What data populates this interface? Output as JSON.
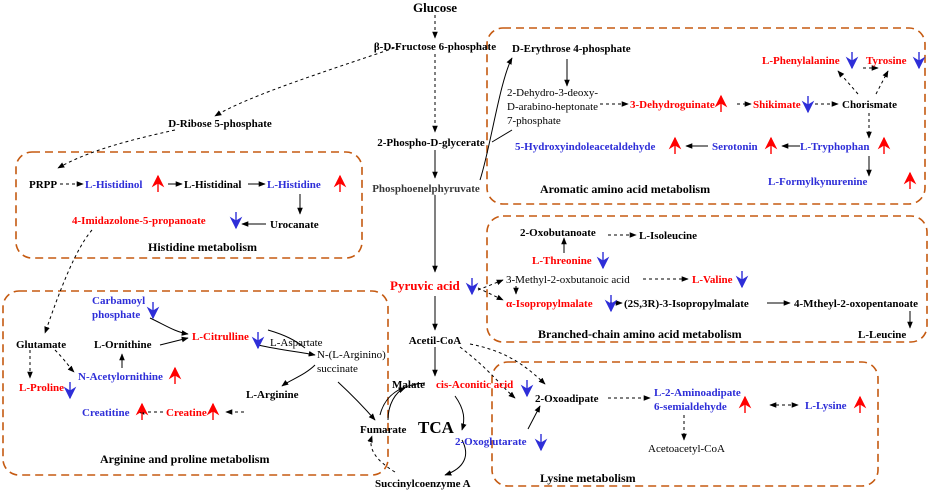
{
  "colors": {
    "increase": "#ff0000",
    "decrease": "#2e2ed8",
    "box_border": "#c55a11"
  },
  "pathway_titles": {
    "histidine": "Histidine metabolism",
    "aromatic": "Aromatic amino acid metabolism",
    "branched": "Branched-chain amino acid metabolism",
    "arginine": "Arginine and proline metabolism",
    "lysine": "Lysine metabolism",
    "tca": "TCA"
  },
  "metabolites": {
    "glucose": "Glucose",
    "fructose6p": "β-D-Fructose 6-phosphate",
    "ribose5p": "D-Ribose 5-phosphate",
    "phosphoglycerate": "2-Phospho-D-glycerate",
    "pep": "Phosphoenelphyruvate",
    "pyruvic": "Pyruvic acid",
    "acetylcoa": "Acetil-CoA",
    "erythrose4p": "D-Erythrose 4-phosphate",
    "dahp_line1": "2-Dehydro-3-deoxy-",
    "dahp_line2": "D-arabino-heptonate",
    "dahp_line3": "7-phosphate",
    "dehydroquinate": "3-Dehydroguinate",
    "shikimate": "Shikimate",
    "chorismate": "Chorismate",
    "phenylalanine": "L-Phenylalanine",
    "tyrosine": "Tyrosine",
    "tryptophan": "L-Tryphophan",
    "serotonin": "Serotonin",
    "hiaa": "5-Hydroxyindoleacetaldehyde",
    "formylkynurenine": "L-Formylkynurenine",
    "prpp": "PRPP",
    "histidinol": "L-Histidinol",
    "histidinal": "L-Histidinal",
    "histidine": "L-Histidine",
    "urocanate": "Urocanate",
    "imidazolone": "4-Imidazolone-5-propanoate",
    "oxobutanoate": "2-Oxobutanoate",
    "isoleucine": "L-Isoleucine",
    "threonine": "L-Threonine",
    "methyloxbutanoic": "3-Methyl-2-oxbutanoic acid",
    "valine": "L-Valine",
    "isopropylmalate_a": "α-Isopropylmalate",
    "isopropylmalate_2s3r": "(2S,3R)-3-Isopropylmalate",
    "methyloxopentanoate": "4-Mtheyl-2-oxopentanoate",
    "leucine": "L-Leucine",
    "glutamate": "Glutamate",
    "carbamoyl_line1": "Carbamoyl",
    "carbamoyl_line2": "phosphate",
    "ornithine": "L-Ornithine",
    "citrulline": "L-Citrulline",
    "aspartate": "L-Aspartate",
    "arginosuccinate_line1": "N-(L-Arginino)",
    "arginosuccinate_line2": "succinate",
    "proline": "L-Proline",
    "acetylornithine": "N-Acetylornithine",
    "arginine": "L-Arginine",
    "creatitine": "Creatitine",
    "creatine": "Creatine",
    "malate": "Malate",
    "fumarate": "Fumarate",
    "succinylcoa": "Succinylcoenzyme A",
    "cisaconitic": "cis-Aconitic acid",
    "oxoglutarate": "2-Oxoglutarate",
    "oxoadipate": "2-Oxoadipate",
    "aminoadipate_line1": "L-2-Aminoadipate",
    "aminoadipate_line2": "6-semialdehyde",
    "lysine": "L-Lysine",
    "acetoacetylcoa": "Acetoacetyl-CoA"
  },
  "regulation": [
    {
      "metabolite": "3-Dehydroguinate",
      "direction": "up"
    },
    {
      "metabolite": "Shikimate",
      "direction": "down"
    },
    {
      "metabolite": "L-Phenylalanine",
      "direction": "down"
    },
    {
      "metabolite": "Tyrosine",
      "direction": "down"
    },
    {
      "metabolite": "L-Tryphophan",
      "direction": "up"
    },
    {
      "metabolite": "Serotonin",
      "direction": "up"
    },
    {
      "metabolite": "5-Hydroxyindoleacetaldehyde",
      "direction": "up"
    },
    {
      "metabolite": "L-Formylkynurenine",
      "direction": "up"
    },
    {
      "metabolite": "L-Histidinol",
      "direction": "up"
    },
    {
      "metabolite": "L-Histidine",
      "direction": "up"
    },
    {
      "metabolite": "4-Imidazolone-5-propanoate",
      "direction": "down"
    },
    {
      "metabolite": "Pyruvic acid",
      "direction": "down"
    },
    {
      "metabolite": "L-Threonine",
      "direction": "down"
    },
    {
      "metabolite": "L-Valine",
      "direction": "down"
    },
    {
      "metabolite": "α-Isopropylmalate",
      "direction": "down"
    },
    {
      "metabolite": "Carbamoyl phosphate",
      "direction": "down"
    },
    {
      "metabolite": "L-Citrulline",
      "direction": "down"
    },
    {
      "metabolite": "L-Proline",
      "direction": "down"
    },
    {
      "metabolite": "N-Acetylornithine",
      "direction": "up"
    },
    {
      "metabolite": "Creatitine",
      "direction": "up"
    },
    {
      "metabolite": "Creatine",
      "direction": "up"
    },
    {
      "metabolite": "cis-Aconitic acid",
      "direction": "down"
    },
    {
      "metabolite": "2-Oxoglutarate",
      "direction": "down"
    },
    {
      "metabolite": "L-2-Aminoadipate 6-semialdehyde",
      "direction": "up"
    },
    {
      "metabolite": "L-Lysine",
      "direction": "up"
    }
  ]
}
